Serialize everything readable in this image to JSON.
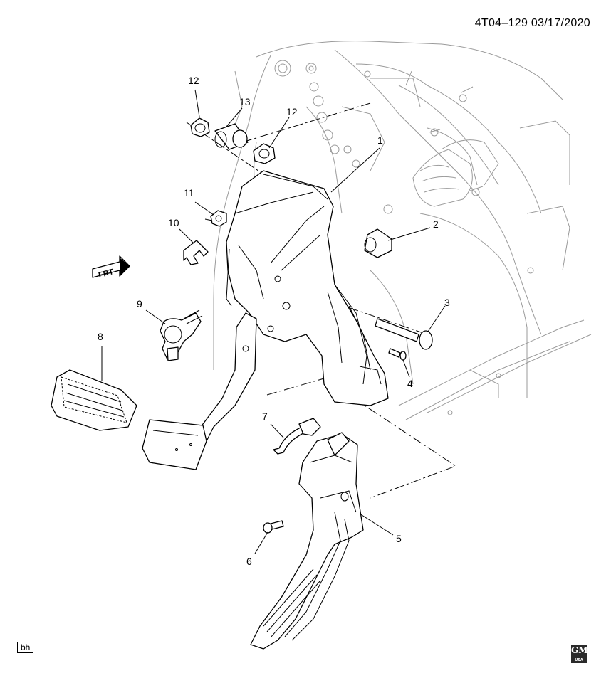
{
  "header": {
    "code": "4T04–129  03/17/2020"
  },
  "footer": {
    "artist_initials": "bh",
    "logo_text": "GM",
    "logo_subtext": "USA"
  },
  "orientation": {
    "label": "FRT"
  },
  "callouts": [
    {
      "id": "1",
      "label": "1"
    },
    {
      "id": "2",
      "label": "2"
    },
    {
      "id": "3",
      "label": "3"
    },
    {
      "id": "4",
      "label": "4"
    },
    {
      "id": "5",
      "label": "5"
    },
    {
      "id": "6",
      "label": "6"
    },
    {
      "id": "7",
      "label": "7"
    },
    {
      "id": "8",
      "label": "8"
    },
    {
      "id": "9",
      "label": "9"
    },
    {
      "id": "10",
      "label": "10"
    },
    {
      "id": "11",
      "label": "11"
    },
    {
      "id": "12a",
      "label": "12"
    },
    {
      "id": "12b",
      "label": "12"
    },
    {
      "id": "13",
      "label": "13"
    }
  ],
  "colors": {
    "line": "#000000",
    "background_structure": "#9a9a9a",
    "logo": "#2a2a2a"
  }
}
